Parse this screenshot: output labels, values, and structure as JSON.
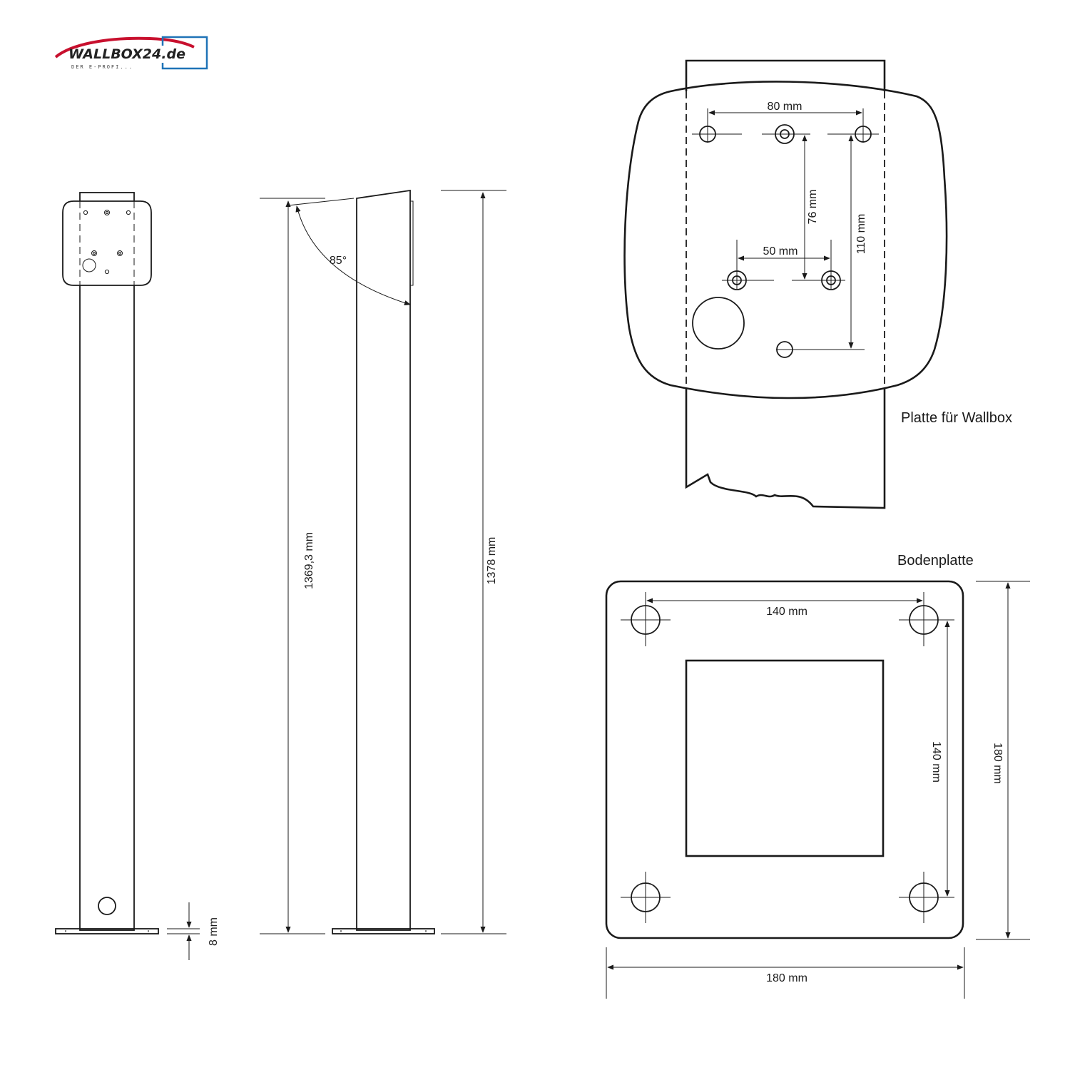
{
  "logo": {
    "name": "WALLBOX24.de",
    "tagline": "DER E-PROFI...",
    "accent_red": "#c8102e",
    "accent_blue": "#1f73b7"
  },
  "side_view": {
    "angle_label": "85°",
    "total_height_label": "1378 mm",
    "inner_height_label": "1369,3 mm",
    "base_thickness_label": "8 mm"
  },
  "wallbox_plate": {
    "title": "Platte für Wallbox",
    "hole_spacing_top": "80 mm",
    "hole_spacing_mid": "50 mm",
    "vertical_spacing_inner": "76 mm",
    "vertical_spacing_outer": "110 mm"
  },
  "base_plate": {
    "title": "Bodenplatte",
    "hole_spacing_horizontal": "140 mm",
    "hole_spacing_vertical": "140 mm",
    "width": "180 mm",
    "height": "180 mm"
  },
  "colors": {
    "line": "#1a1a1a",
    "background": "#ffffff"
  }
}
